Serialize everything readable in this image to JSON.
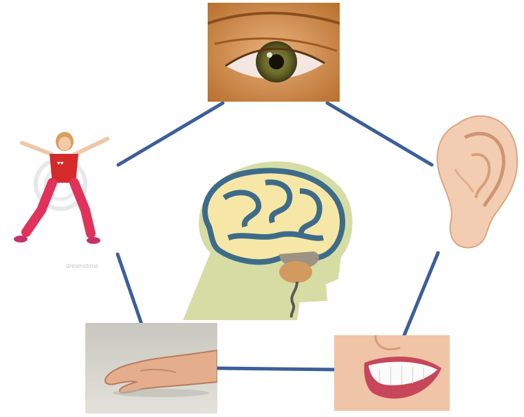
{
  "diagram": {
    "title": "",
    "center": {
      "icon": "brain-head-icon"
    },
    "senses": [
      {
        "key": "sight",
        "icon": "eye-icon"
      },
      {
        "key": "hearing",
        "icon": "ear-icon"
      },
      {
        "key": "taste",
        "icon": "mouth-smile-icon"
      },
      {
        "key": "touch",
        "icon": "hand-icon"
      },
      {
        "key": "movement",
        "icon": "jumping-girl-icon"
      }
    ],
    "connector_color": "#3b5f9a",
    "watermark": "dreamstime"
  }
}
